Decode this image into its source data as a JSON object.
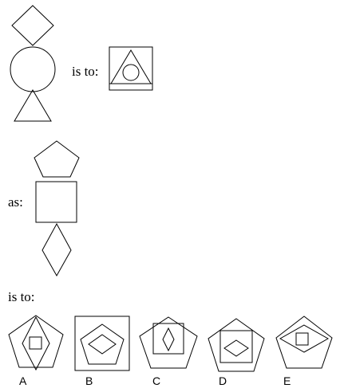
{
  "labels": {
    "is_to_1": "is to:",
    "as": "as:",
    "is_to_2": "is to:"
  },
  "options": [
    {
      "letter": "A"
    },
    {
      "letter": "B"
    },
    {
      "letter": "C"
    },
    {
      "letter": "D"
    },
    {
      "letter": "E"
    }
  ]
}
